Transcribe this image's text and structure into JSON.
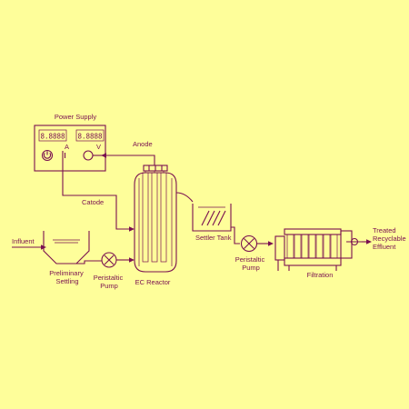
{
  "labels": {
    "power_supply": "Power Supply",
    "display_left": "8.8888",
    "display_right": "8.8888",
    "unit_a": "A",
    "unit_v": "V",
    "anode": "Anode",
    "catode": "Catode",
    "influent": "Influent",
    "preliminary_settling": [
      "Preliminary",
      "Settling"
    ],
    "peristaltic_pump_1": [
      "Peristaltic",
      "Pump"
    ],
    "ec_reactor": "EC Reactor",
    "settler_tank": "Settler Tank",
    "peristaltic_pump_2": [
      "Peristaltic",
      "Pump"
    ],
    "filtration": "Filtration",
    "treated_output": [
      "Treated",
      "Recyclable",
      "Effluent"
    ]
  },
  "colors": {
    "background": "#fefe9a",
    "line": "#7a1050"
  },
  "icons": [
    "power-button-icon",
    "ammeter-icon",
    "pump-icon",
    "filter-press-icon"
  ]
}
